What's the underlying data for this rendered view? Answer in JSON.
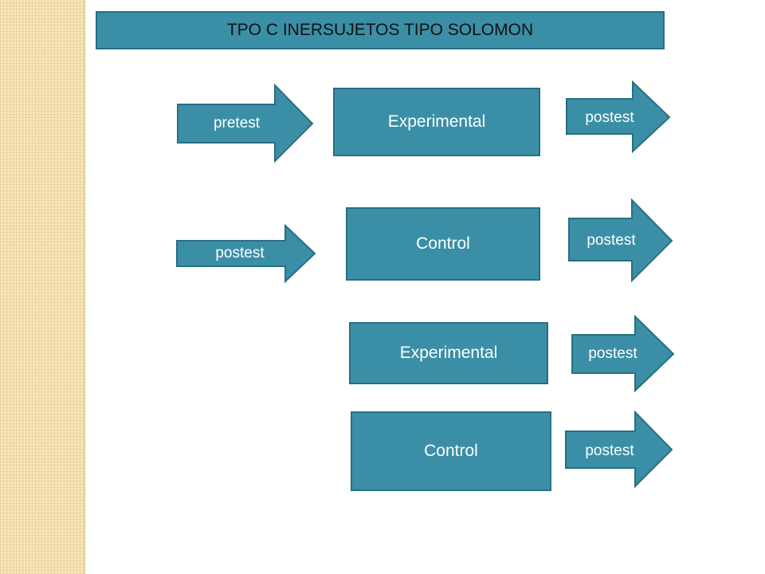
{
  "title": "TPO C  INERSUJETOS TIPO SOLOMON",
  "colors": {
    "box_fill": "#3a8fa6",
    "box_border": "#2a6e82",
    "side_strip": "#f7e6bc",
    "title_text": "#111111"
  },
  "groups": [
    {
      "box": "Experimental",
      "left_arrow": "pretest",
      "right_arrow": "postest"
    },
    {
      "box": "Control",
      "left_arrow": "postest",
      "right_arrow": "postest"
    },
    {
      "box": "Experimental",
      "right_arrow": "postest"
    },
    {
      "box": "Control",
      "right_arrow": "postest"
    }
  ]
}
